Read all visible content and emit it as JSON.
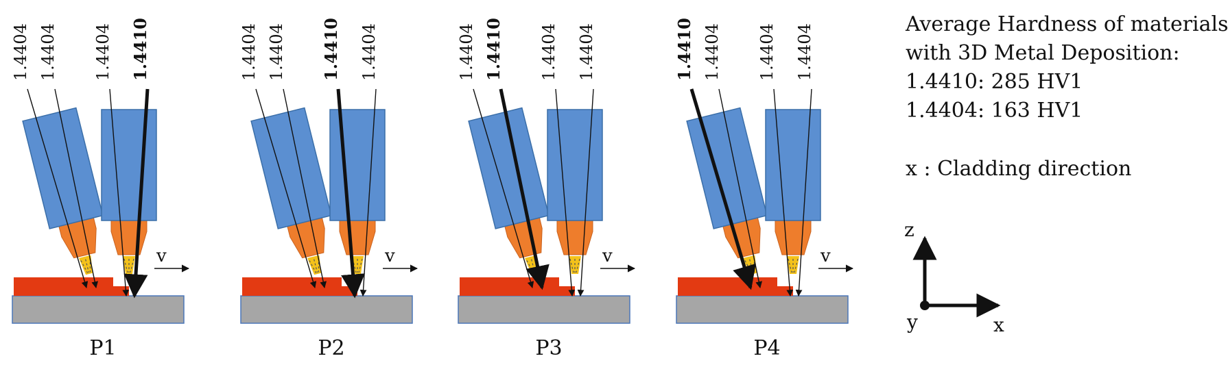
{
  "colors": {
    "nozzle_body": "#5B8FD1",
    "nozzle_outline": "#3A6EA8",
    "nozzle_tip": "#EE7D2C",
    "powder": "#F4C21A",
    "deposit": "#E33A12",
    "substrate": "#A6A6A6",
    "substrate_outline": "#4A76B8",
    "wire": "#111111"
  },
  "panels": [
    {
      "label": "P1",
      "wire_labels": [
        "1.4404",
        "1.4404",
        "1.4404",
        "1.4410"
      ],
      "bold_index": 3,
      "velocity_label": "v"
    },
    {
      "label": "P2",
      "wire_labels": [
        "1.4404",
        "1.4404",
        "1.4410",
        "1.4404"
      ],
      "bold_index": 2,
      "velocity_label": "v"
    },
    {
      "label": "P3",
      "wire_labels": [
        "1.4404",
        "1.4410",
        "1.4404",
        "1.4404"
      ],
      "bold_index": 1,
      "velocity_label": "v"
    },
    {
      "label": "P4",
      "wire_labels": [
        "1.4410",
        "1.4404",
        "1.4404",
        "1.4404"
      ],
      "bold_index": 0,
      "velocity_label": "v"
    }
  ],
  "legend": {
    "line1": "Average Hardness of materials",
    "line2": "with 3D Metal Deposition:",
    "line3": "1.4410: 285 HV1",
    "line4": "1.4404: 163 HV1",
    "line5": "x : Cladding direction"
  },
  "axes": {
    "z": "z",
    "x": "x",
    "y": "y"
  }
}
